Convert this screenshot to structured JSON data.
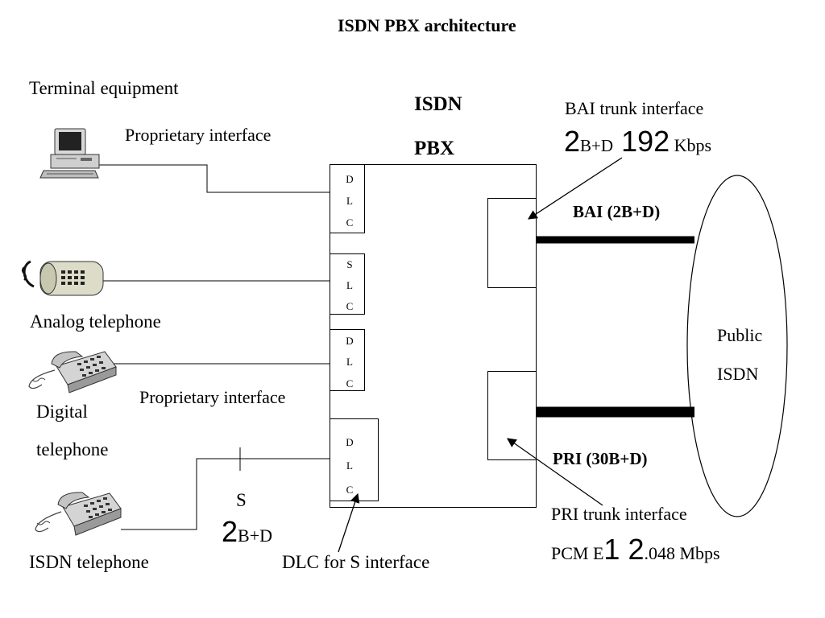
{
  "title": "ISDN PBX architecture",
  "labels": {
    "terminal_equipment": "Terminal equipment",
    "isdn": "ISDN",
    "pbx": "PBX",
    "proprietary_interface_1": "Proprietary interface",
    "proprietary_interface_2": "Proprietary interface",
    "analog_telephone": "Analog telephone",
    "digital": "Digital",
    "telephone": "telephone",
    "isdn_telephone": "ISDN telephone",
    "s_label": "S",
    "dlc_for_s": "DLC for S interface",
    "bai_trunk_interface": "BAI trunk interface",
    "bai": "BAI (2B+D)",
    "pri": "PRI (30B+D)",
    "pri_trunk_interface": "PRI trunk interface",
    "public": "Public",
    "public_isdn": "ISDN"
  },
  "bai_rate": {
    "n": "2",
    "bd": "B+D",
    "rate": "192",
    "unit": "Kbps"
  },
  "s_rate": {
    "n": "2",
    "bd": "B+D"
  },
  "pri_rate": {
    "prefix": "PCM E",
    "one": "1",
    "two": "2",
    "rest": ".048 Mbps"
  },
  "line_cards": [
    {
      "name": "dlc-card-1",
      "letters": [
        "D",
        "L",
        "C"
      ]
    },
    {
      "name": "slc-card",
      "letters": [
        "S",
        "L",
        "C"
      ]
    },
    {
      "name": "dlc-card-2",
      "letters": [
        "D",
        "L",
        "C"
      ]
    },
    {
      "name": "dlc-card-s",
      "letters": [
        "D",
        "L",
        "C"
      ]
    }
  ],
  "icons": [
    "computer-terminal-icon",
    "analog-telephone-icon",
    "digital-telephone-icon",
    "isdn-telephone-icon"
  ]
}
